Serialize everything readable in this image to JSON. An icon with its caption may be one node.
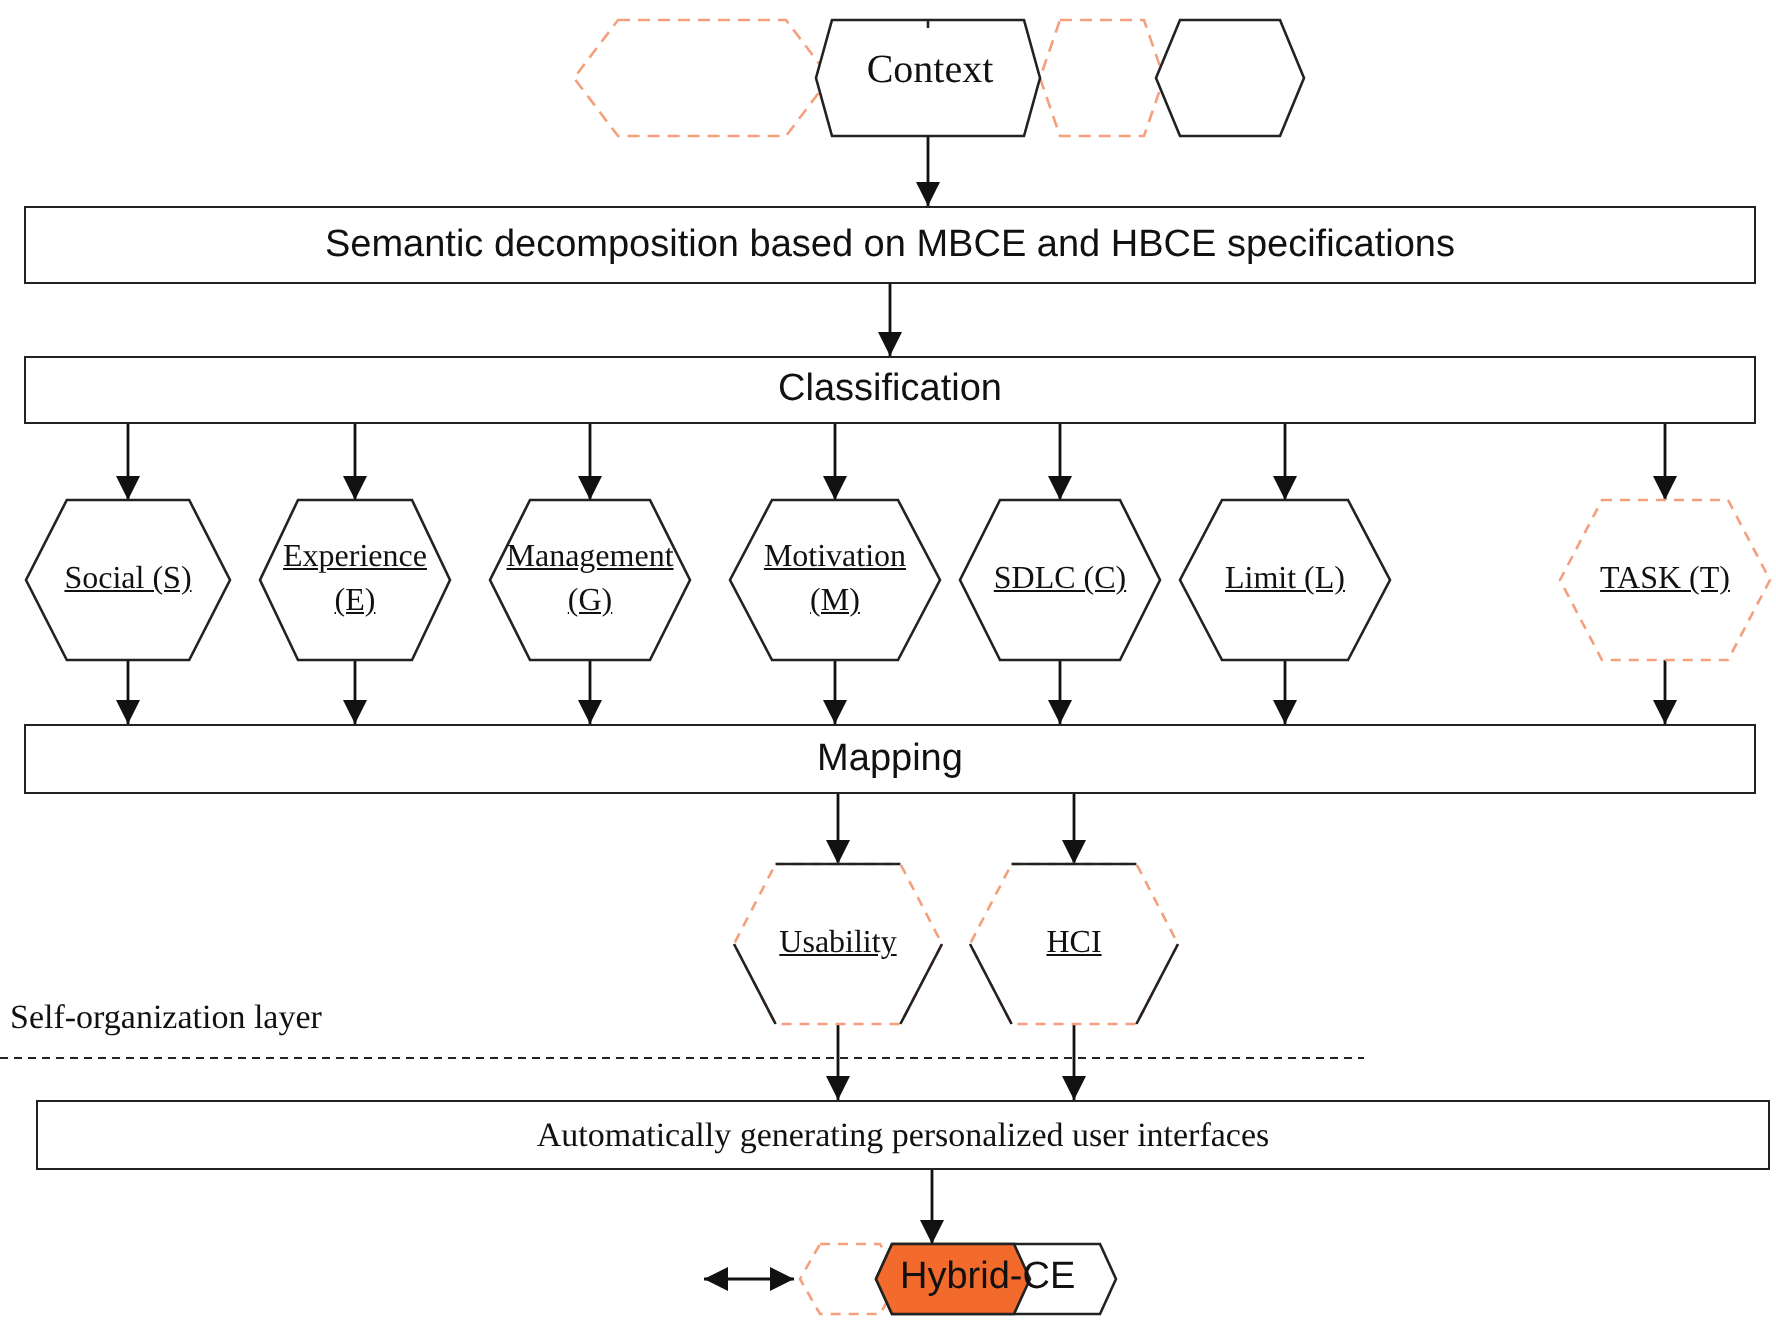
{
  "diagram": {
    "nodes": [
      {
        "text": [
          "Context"
        ]
      },
      {
        "text": [
          "Semantic decomposition based on MBCE and HBCE specifications"
        ]
      },
      {
        "text": [
          "Classification"
        ]
      },
      {
        "text": [
          "Social (S)"
        ]
      },
      {
        "text": [
          "Experience (E)"
        ]
      },
      {
        "text": [
          "Management (G)"
        ]
      },
      {
        "text": [
          "Motivation (M)"
        ]
      },
      {
        "text": [
          "SDLC (C)"
        ]
      },
      {
        "text": [
          "Limit (L)"
        ]
      },
      {
        "text": [
          "TASK (T)"
        ]
      },
      {
        "text": [
          "Mapping"
        ]
      },
      {
        "text": [
          "Usability"
        ]
      },
      {
        "text": [
          "HCI"
        ]
      },
      {
        "text": [
          "Automatically generating personalized user interfaces"
        ]
      },
      {
        "text": [
          "Hybrid-CE"
        ]
      }
    ],
    "edges": [
      {
        "from": 0,
        "to": 1,
        "arrow": "to"
      },
      {
        "from": 1,
        "to": 2,
        "arrow": "to"
      },
      {
        "from": 2,
        "to": 3,
        "arrow": "to"
      },
      {
        "from": 2,
        "to": 4,
        "arrow": "to"
      },
      {
        "from": 2,
        "to": 5,
        "arrow": "to"
      },
      {
        "from": 2,
        "to": 6,
        "arrow": "to"
      },
      {
        "from": 2,
        "to": 7,
        "arrow": "to"
      },
      {
        "from": 2,
        "to": 8,
        "arrow": "to"
      },
      {
        "from": 2,
        "to": 9,
        "arrow": "to"
      },
      {
        "from": 3,
        "to": 10,
        "arrow": "to"
      },
      {
        "from": 4,
        "to": 10,
        "arrow": "to"
      },
      {
        "from": 5,
        "to": 10,
        "arrow": "to"
      },
      {
        "from": 6,
        "to": 10,
        "arrow": "to"
      },
      {
        "from": 7,
        "to": 10,
        "arrow": "to"
      },
      {
        "from": 8,
        "to": 10,
        "arrow": "to"
      },
      {
        "from": 9,
        "to": 10,
        "arrow": "to"
      },
      {
        "from": 10,
        "to": 11,
        "arrow": "to"
      },
      {
        "from": 10,
        "to": 12,
        "arrow": "to"
      },
      {
        "from": 11,
        "to": 13,
        "arrow": "to"
      },
      {
        "from": 12,
        "to": 13,
        "arrow": "to"
      },
      {
        "from": 13,
        "to": 14,
        "arrow": "to"
      },
      {
        "from": null,
        "to": 14,
        "arrow": "both"
      }
    ],
    "labels": [
      "Self-organization layer"
    ]
  }
}
